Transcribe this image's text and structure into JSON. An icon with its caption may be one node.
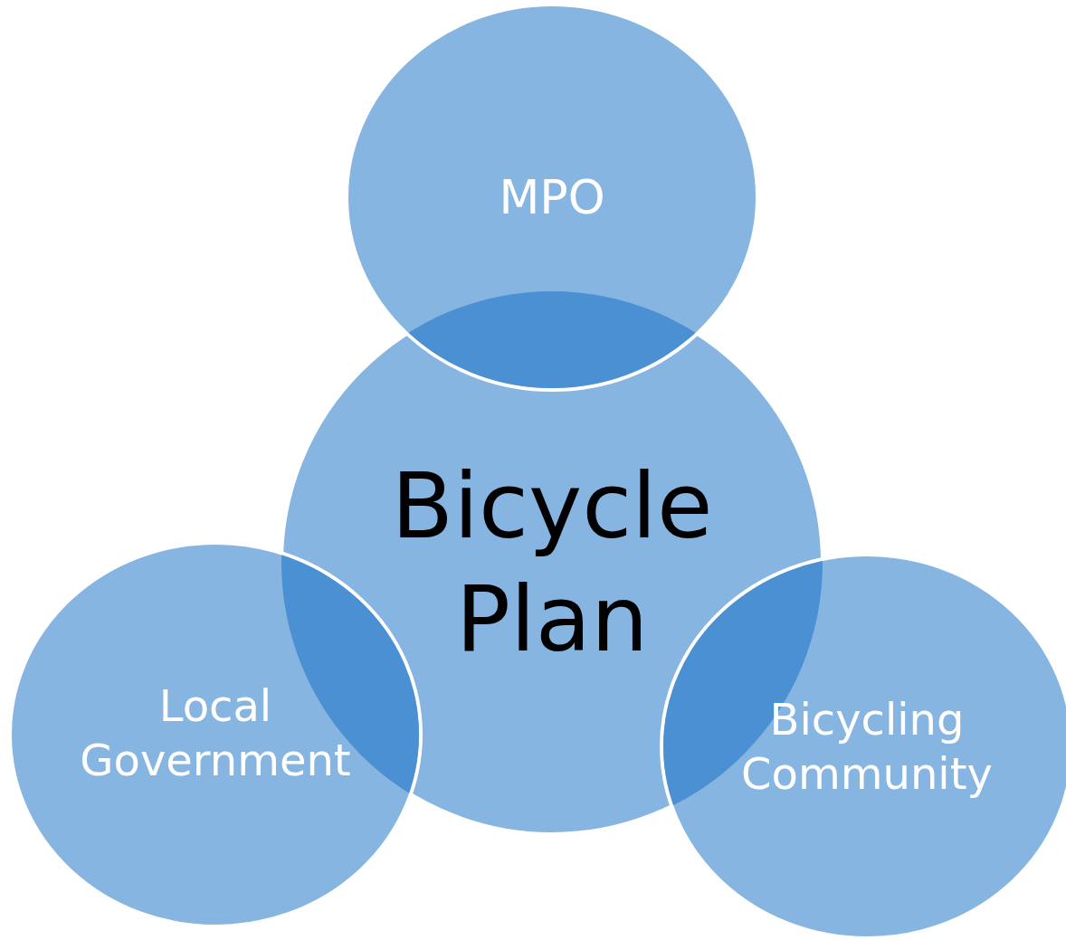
{
  "diagram": {
    "nodes": [
      {
        "text": [
          "Bicycle Plan"
        ]
      },
      {
        "text": [
          "MPO"
        ]
      },
      {
        "text": [
          "Local Government"
        ]
      },
      {
        "text": [
          "Bicycling Community"
        ]
      }
    ]
  }
}
